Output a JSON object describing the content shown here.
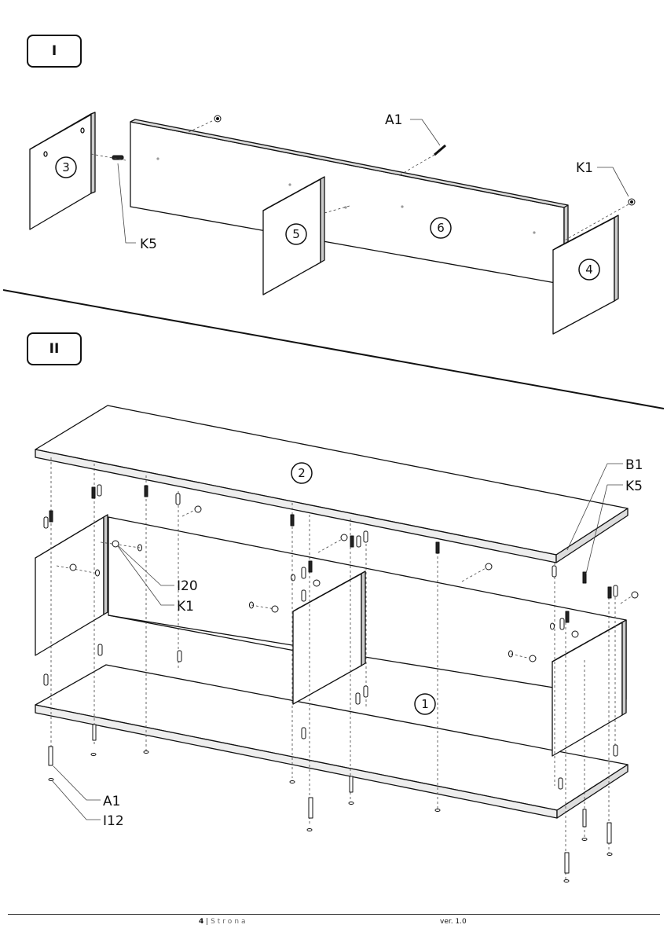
{
  "steps": [
    {
      "label": "I"
    },
    {
      "label": "II"
    }
  ],
  "panels": {
    "p1": "1",
    "p2": "2",
    "p3": "3",
    "p4": "4",
    "p5": "5",
    "p6": "6"
  },
  "parts": {
    "a1": "A1",
    "k1": "K1",
    "k5": "K5",
    "b1": "B1",
    "i20": "I20",
    "i12": "I12"
  },
  "footer": {
    "page_number": "4",
    "separator": "|",
    "page_word": "Strona",
    "version": "ver. 1.0"
  }
}
